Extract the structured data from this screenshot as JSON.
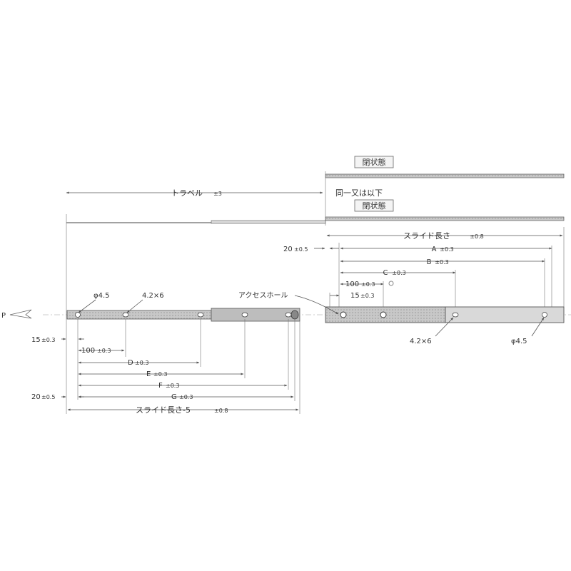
{
  "labels": {
    "closed_state_1": "閉状態",
    "closed_state_2": "閉状態",
    "same_or_less": "同一又は以下",
    "travel": "トラベル",
    "travel_tol": "±3",
    "slide_length": "スライド長さ",
    "slide_length_tol": "±0.8",
    "A": "A",
    "A_tol": "±0.3",
    "B": "B",
    "B_tol": "±0.3",
    "C": "C",
    "C_tol": "±0.3",
    "d100_right": "100",
    "d100_right_tol": "±0.3",
    "d15_right": "15",
    "d15_right_tol": "±0.3",
    "d20_right": "20",
    "d20_right_tol": "±0.5",
    "phi_left": "φ4.5",
    "slot_left": "4.2×6",
    "access_hole": "アクセスホール",
    "slot_right": "4.2×6",
    "phi_right": "φ4.5",
    "P": "P",
    "d15_left": "15",
    "d15_left_tol": "±0.3",
    "d100_left": "100",
    "d100_left_tol": "±0.3",
    "D": "D",
    "D_tol": "±0.3",
    "E": "E",
    "E_tol": "±0.3",
    "F": "F",
    "F_tol": "±0.3",
    "G": "G",
    "G_tol": "±0.3",
    "d20_left": "20",
    "d20_left_tol": "±0.5",
    "slide_length_minus5": "スライド長さ-5",
    "slide_length_minus5_tol": "±0.8"
  }
}
